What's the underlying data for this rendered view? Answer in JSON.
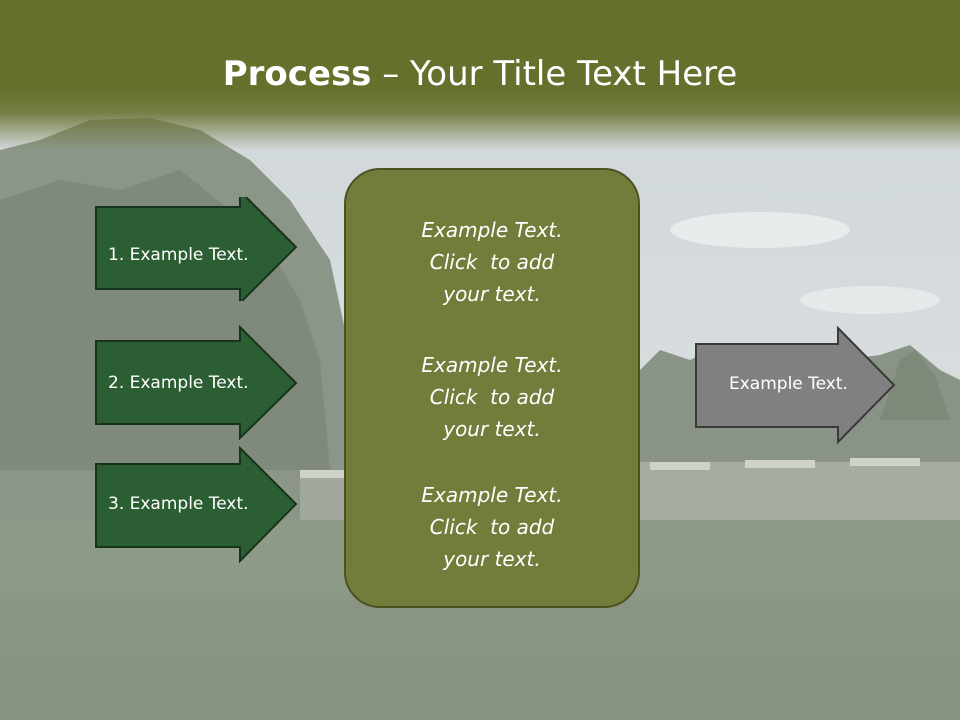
{
  "slide": {
    "title_bold": "Process",
    "title_rest": " – Your Title Text Here"
  },
  "left_arrows": [
    {
      "label": "1. Example Text."
    },
    {
      "label": "2. Example Text."
    },
    {
      "label": "3. Example Text."
    }
  ],
  "center_box": {
    "blocks": [
      {
        "line1": "Example Text.",
        "line2": "Click  to add",
        "line3": "your text."
      },
      {
        "line1": "Example Text.",
        "line2": "Click  to add",
        "line3": "your text."
      },
      {
        "line1": "Example Text.",
        "line2": "Click  to add",
        "line3": "your text."
      }
    ]
  },
  "right_arrow": {
    "label": "Example Text."
  },
  "colors": {
    "header": "#676f2c",
    "left_arrow_fill": "#2c5e34",
    "center_fill": "#737d3b",
    "right_arrow_fill": "#808080"
  }
}
